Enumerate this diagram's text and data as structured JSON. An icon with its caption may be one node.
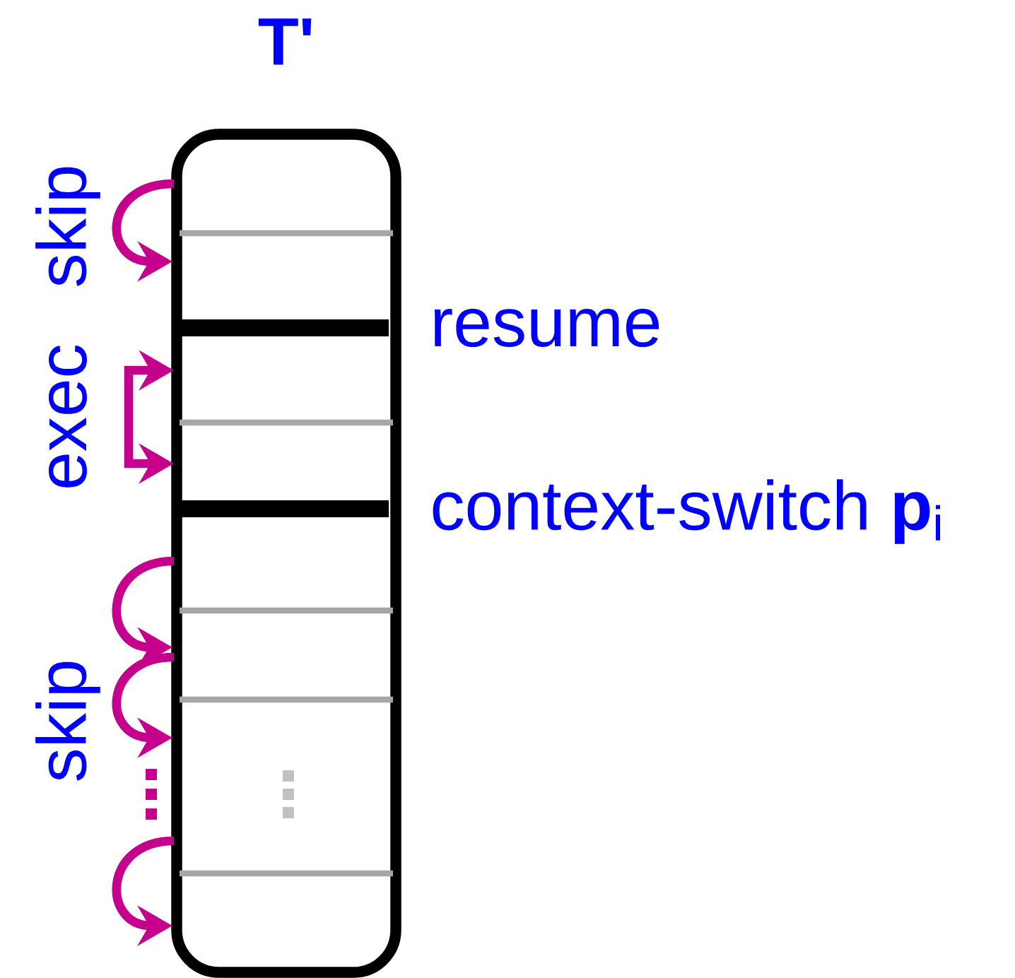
{
  "diagram": {
    "nodes": [
      {
        "text": [
          "T'"
        ]
      }
    ],
    "labels": [
      "skip",
      "exec",
      "skip",
      "resume",
      "context-switch **p**$_{i}$"
    ]
  }
}
